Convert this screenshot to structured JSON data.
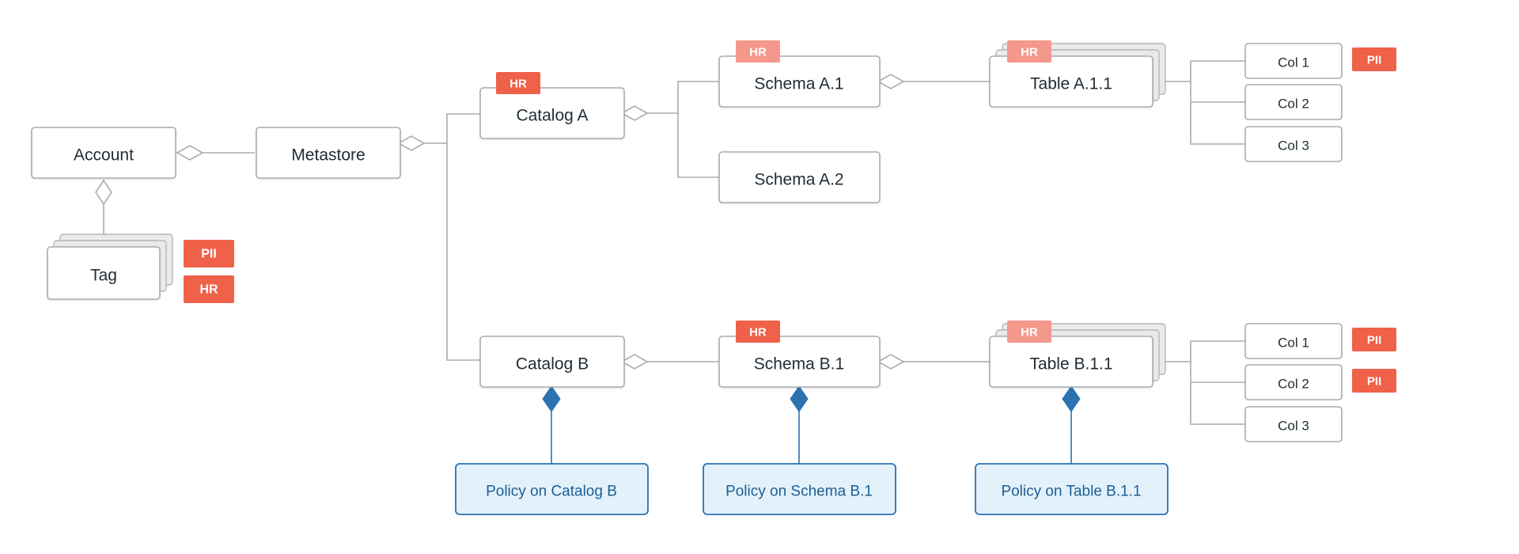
{
  "nodes": {
    "account": "Account",
    "metastore": "Metastore",
    "tag": "Tag",
    "catalog_a": "Catalog A",
    "catalog_b": "Catalog B",
    "schema_a1": "Schema A.1",
    "schema_a2": "Schema A.2",
    "schema_b1": "Schema B.1",
    "table_a11": "Table A.1.1",
    "table_b11": "Table B.1.1",
    "col_a1": "Col 1",
    "col_a2": "Col 2",
    "col_a3": "Col 3",
    "col_b1": "Col 1",
    "col_b2": "Col 2",
    "col_b3": "Col 3"
  },
  "policies": {
    "catalog_b": "Policy on Catalog B",
    "schema_b1": "Policy on Schema B.1",
    "table_b11": "Policy on Table B.1.1"
  },
  "tags": {
    "tag_pii": "PII",
    "tag_hr": "HR",
    "catalog_a_hr": "HR",
    "schema_a1_hr": "HR",
    "table_a11_hr": "HR",
    "col_a1_pii": "PII",
    "schema_b1_hr": "HR",
    "table_b11_hr": "HR",
    "col_b1_pii": "PII",
    "col_b2_pii": "PII"
  },
  "colors": {
    "node_border": "#a8acaf",
    "node_text": "#1f2d33",
    "connector": "#a8acaf",
    "tag_fill": "#f0614a",
    "tag_fill_faded": "#f4988b",
    "policy_fill": "#e3f1fb",
    "policy_border": "#2a72b0",
    "policy_text": "#1d5f93",
    "composition_diamond": "#2a72b0"
  }
}
